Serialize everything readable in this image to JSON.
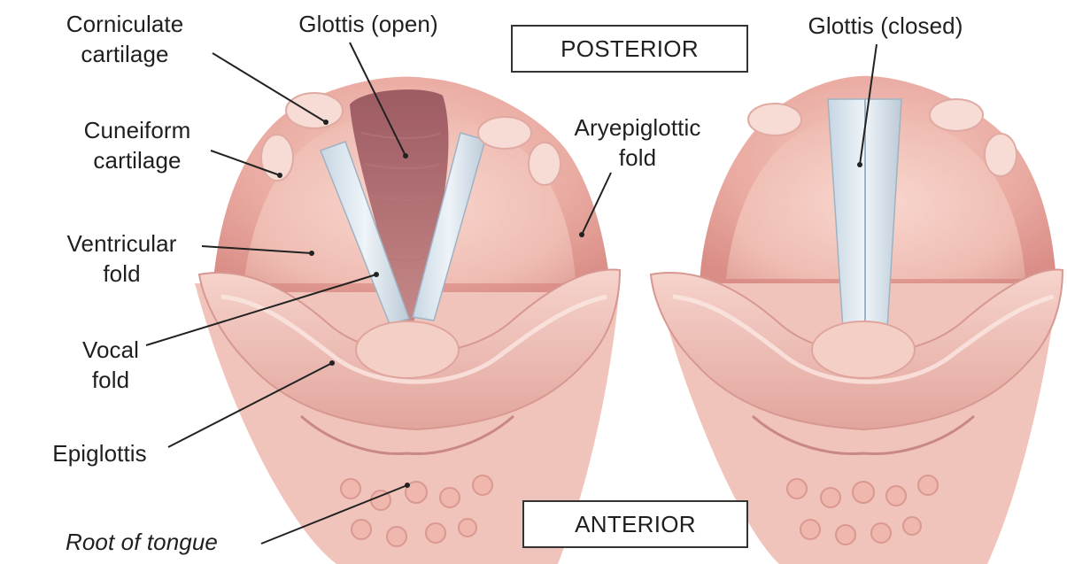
{
  "orientation": {
    "top": "POSTERIOR",
    "bottom": "ANTERIOR"
  },
  "labels": {
    "corniculate": "Corniculate\ncartilage",
    "glottis_open": "Glottis (open)",
    "cuneiform": "Cuneiform\ncartilage",
    "ventricular": "Ventricular\nfold",
    "vocal": "Vocal\nfold",
    "epiglottis": "Epiglottis",
    "root": "Root of tongue",
    "aryepiglottic": "Aryepiglottic\nfold",
    "glottis_closed": "Glottis (closed)"
  }
}
